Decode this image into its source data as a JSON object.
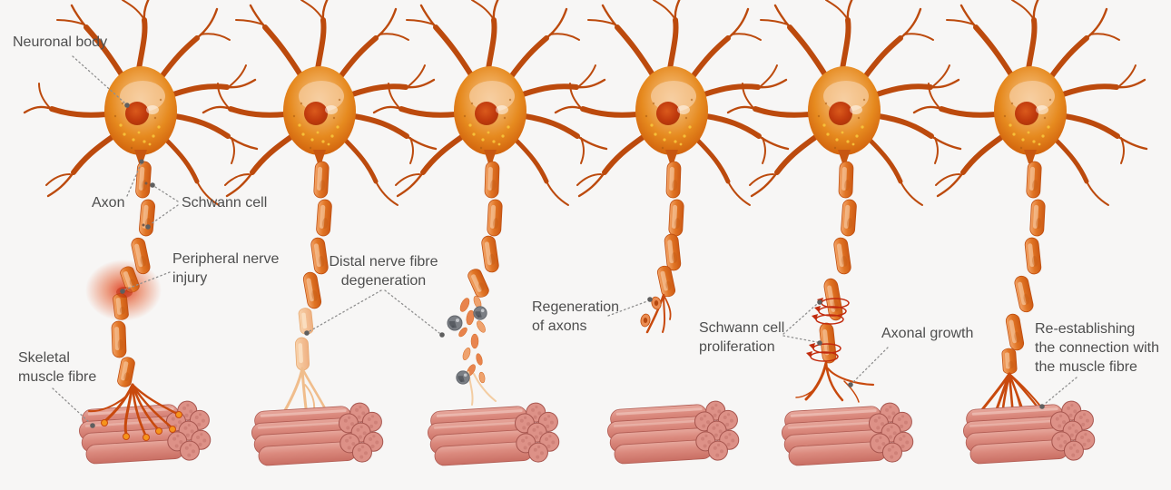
{
  "figure": {
    "background_color": "#f7f6f5",
    "label_text_color": "#4e4e4e"
  },
  "labels": {
    "neuronal_body": "Neuronal body",
    "axon": "Axon",
    "schwann_cell": "Schwann cell",
    "peripheral_nerve_injury": "Peripheral nerve\ninjury",
    "skeletal_muscle_fibre": "Skeletal\nmuscle fibre",
    "distal_nerve_fibre_degeneration": "Distal nerve fibre\ndegeneration",
    "regeneration_of_axons": "Regeneration\nof axons",
    "schwann_cell_proliferation": "Schwann cell\nproliferation",
    "axonal_growth": "Axonal growth",
    "reestablishing_connection": "Re-establishing\nthe connection with\nthe muscle fibre"
  },
  "colors": {
    "neuron_orange": "#d96a14",
    "dendrite": "#bc4a0d",
    "axon_segment_light": "#f3a468",
    "axon_segment_dark": "#cd5a14",
    "injury_glow": "#e03a0f",
    "muscle_pink": "#d98a7e",
    "macrophage_gray": "#7b7f85",
    "leader_line_gray": "#8f8f8f",
    "terminal_bulb": "#f5941c"
  }
}
